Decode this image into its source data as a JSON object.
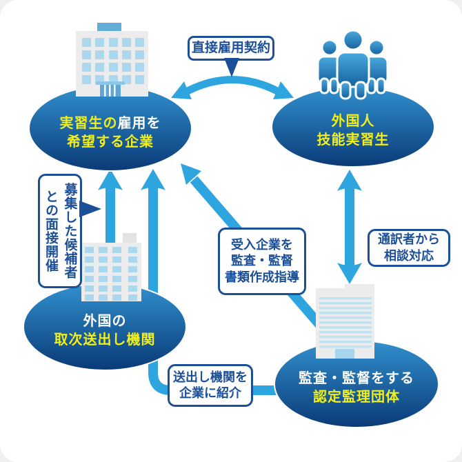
{
  "colors": {
    "navy": "#1b4f97",
    "arrow": "#2ea5de",
    "yellow": "#f2ef19",
    "ellipse_top": "#3190ce",
    "ellipse_bottom": "#0a3a77"
  },
  "nodes": {
    "company": {
      "line1_highlight": "実習生の",
      "line1_plain": "雇用を",
      "line2": "希望する企業",
      "icon": "office-building-icon"
    },
    "trainees": {
      "line1": "外国人",
      "line2": "技能実習生",
      "icon": "people-group-icon"
    },
    "sending_org": {
      "line1": "外国の",
      "line2": "取次送出し機関",
      "icon": "office-building-icon"
    },
    "supervising_org": {
      "line1": "監査・監督をする",
      "line2": "認定監理団体",
      "icon": "highrise-building-icon"
    }
  },
  "connector_labels": {
    "direct_contract": "直接雇用契約",
    "interview": "募集した候補者との面接開催",
    "audit": {
      "line1": "受入企業を",
      "line2": "監査・監督",
      "line3": "書類作成指導"
    },
    "interpreter": {
      "line1": "通訳者から",
      "line2": "相談対応"
    },
    "introduce": {
      "line1": "送出し機関を",
      "line2": "企業に紹介"
    }
  }
}
